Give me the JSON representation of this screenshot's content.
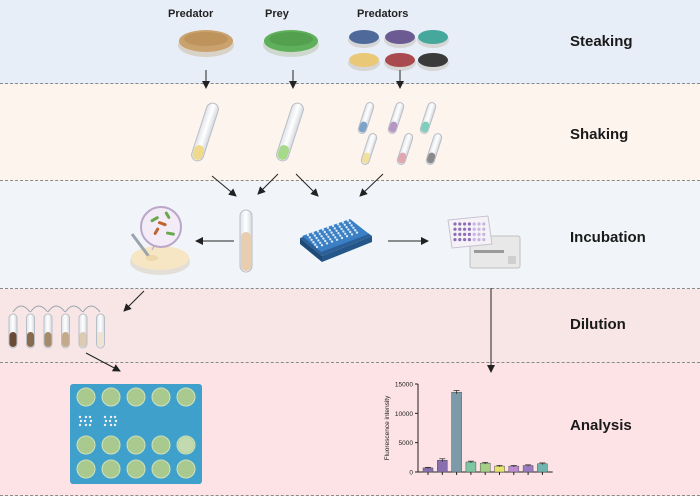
{
  "stages": [
    {
      "label": "Steaking",
      "color": "#e8eef7"
    },
    {
      "label": "Shaking",
      "color": "#fdf4ee"
    },
    {
      "label": "Incubation",
      "color": "#f1f5f9"
    },
    {
      "label": "Dilution",
      "color": "#f8e6e7"
    },
    {
      "label": "Analysis",
      "color": "#fde3e6"
    }
  ],
  "plates": {
    "predator_label": "Predator",
    "prey_label": "Prey",
    "predators_label": "Predators"
  },
  "colors": {
    "predator_plate": "#c9a26d",
    "prey_plate": "#5fb05a",
    "predator_set": [
      "#4e6a9a",
      "#6c5a92",
      "#46a79c",
      "#e9c878",
      "#a94a4e",
      "#3a3a3a"
    ],
    "tube_set": [
      "#7ea3c8",
      "#b596c4",
      "#7fcdbd",
      "#f2e0a0",
      "#e0a7b1",
      "#8a8a8a"
    ],
    "microplate": "#3b7fc4",
    "bar_plate": "#3fa0cc"
  },
  "icons": [
    "petri-dish-icon",
    "test-tube-icon",
    "microplate-icon",
    "plate-reader-icon",
    "microscope-view-icon",
    "arrow-icon"
  ],
  "chart_data": {
    "type": "bar",
    "ylabel": "Fluorescence intensity",
    "yticks": [
      "0",
      "5000",
      "10000",
      "15000"
    ],
    "ylim": [
      0,
      15000
    ],
    "values": [
      700,
      2000,
      13600,
      1700,
      1500,
      1000,
      1000,
      1100,
      1400
    ],
    "errors": [
      100,
      250,
      300,
      150,
      150,
      120,
      120,
      120,
      150
    ],
    "colors": [
      "#8a6fb0",
      "#8a6fb0",
      "#7d9aa8",
      "#7cc6a4",
      "#a6cf86",
      "#e6e36a",
      "#c08bd0",
      "#9a7dc0",
      "#6fb6b0"
    ]
  }
}
